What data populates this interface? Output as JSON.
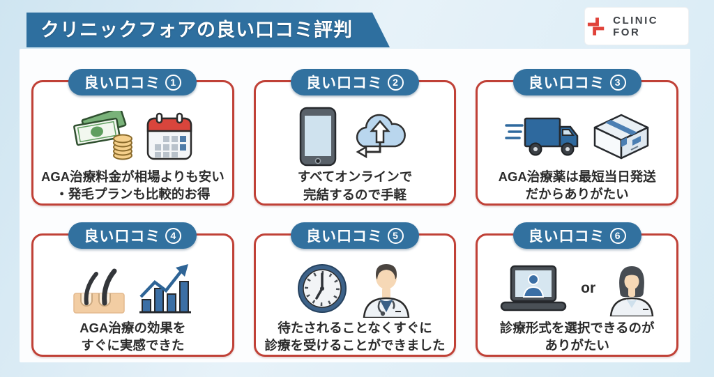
{
  "header": {
    "title": "クリニックフォアの良い口コミ評判",
    "logo_text": "CLINIC FOR"
  },
  "colors": {
    "background_blue": "#d9eaf3",
    "banner_blue": "#2e6f9f",
    "pill_blue": "#32719f",
    "card_border_red": "#c04137",
    "text_dark": "#2b2b2b",
    "logo_red": "#e0433a"
  },
  "cards": [
    {
      "badge_label": "良い口コミ",
      "badge_number": "1",
      "line1": "AGA治療料金が相場よりも安い",
      "line2": "・発毛プランも比較的お得",
      "icons": [
        "money-icon",
        "calendar-icon"
      ]
    },
    {
      "badge_label": "良い口コミ",
      "badge_number": "2",
      "line1": "すべてオンラインで",
      "line2": "完結するので手軽",
      "icons": [
        "smartphone-icon",
        "cloud-upload-icon"
      ]
    },
    {
      "badge_label": "良い口コミ",
      "badge_number": "3",
      "line1": "AGA治療薬は最短当日発送",
      "line2": "だからありがたい",
      "icons": [
        "delivery-truck-icon",
        "package-box-icon"
      ]
    },
    {
      "badge_label": "良い口コミ",
      "badge_number": "4",
      "line1": "AGA治療の効果を",
      "line2": "すぐに実感できた",
      "icons": [
        "hair-growth-icon",
        "growth-chart-icon"
      ]
    },
    {
      "badge_label": "良い口コミ",
      "badge_number": "5",
      "line1": "待たされることなくすぐに",
      "line2": "診療を受けることができました",
      "icons": [
        "clock-icon",
        "male-doctor-icon"
      ]
    },
    {
      "badge_label": "良い口コミ",
      "badge_number": "6",
      "line1": "診療形式を選択できるのが",
      "line2": "ありがたい",
      "or_label": "or",
      "icons": [
        "laptop-video-call-icon",
        "female-doctor-icon"
      ]
    }
  ]
}
